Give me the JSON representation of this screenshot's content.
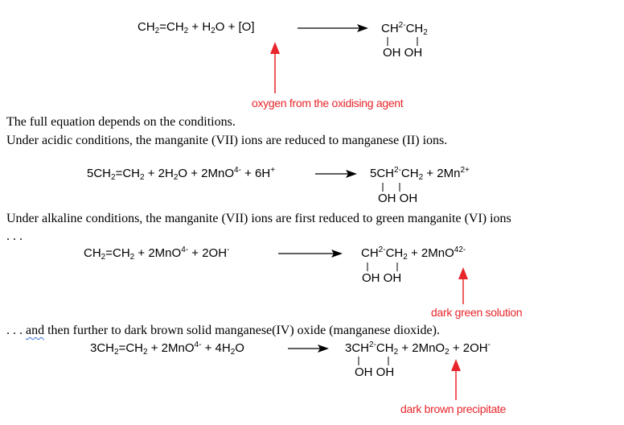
{
  "colors": {
    "text": "#000000",
    "annotation": "#e8252a",
    "spellcheck": "#3a6fd8"
  },
  "reaction1": {
    "reactants": "CH2=CH2 + H2O + [O]",
    "product_top": "CH2-CH2",
    "product_bottom": "OH OH",
    "annotation": "oxygen from the oxidising agent"
  },
  "prose": {
    "intro": "The full equation depends on the conditions.",
    "acidic": "Under acidic conditions, the manganite (VII) ions are reduced to manganese (II) ions.",
    "alkaline_line1": "Under alkaline conditions, the manganite (VII) ions are first reduced to green manganite (VI) ions",
    "alkaline_line2": ". . .",
    "further_lead": ". . . ",
    "further_word": "and",
    "further_rest": " then further to dark brown solid manganese(IV) oxide (manganese dioxide)."
  },
  "reaction2": {
    "reactants": "5CH2=CH2 + 2H2O + 2MnO4- + 6H+",
    "products": "5CH2-CH2 + 2Mn2+",
    "product_bottom": "OH OH"
  },
  "reaction3": {
    "reactants": "CH2=CH2 + 2MnO4- + 2OH-",
    "products": "CH2-CH2 + 2MnO42-",
    "product_bottom": "OH OH",
    "annotation": "dark green solution"
  },
  "reaction4": {
    "reactants": "3CH2=CH2 + 2MnO4- + 4H2O",
    "products": "3CH2-CH2 + 2MnO2 + 2OH-",
    "product_bottom": "OH OH",
    "annotation": "dark brown precipitate"
  }
}
